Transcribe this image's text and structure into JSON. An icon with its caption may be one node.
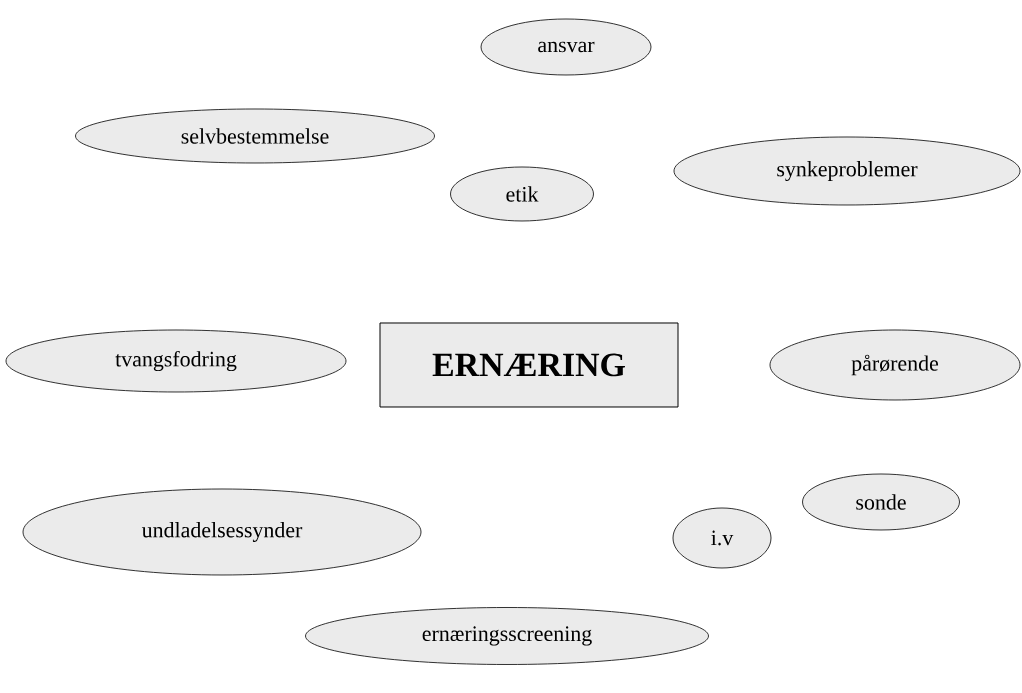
{
  "diagram": {
    "nodes": [
      {
        "text": [
          "ansvar"
        ]
      },
      {
        "text": [
          "selvbestemmelse"
        ]
      },
      {
        "text": [
          "synkeproblemer"
        ]
      },
      {
        "text": [
          "etik"
        ]
      },
      {
        "text": [
          "tvangsfodring"
        ]
      },
      {
        "text": [
          "ERNÆRING"
        ]
      },
      {
        "text": [
          "pårørende"
        ]
      },
      {
        "text": [
          "undladelsessynder"
        ]
      },
      {
        "text": [
          "sonde"
        ]
      },
      {
        "text": [
          "i.v"
        ]
      },
      {
        "text": [
          "ernæringsscreening"
        ]
      }
    ]
  }
}
